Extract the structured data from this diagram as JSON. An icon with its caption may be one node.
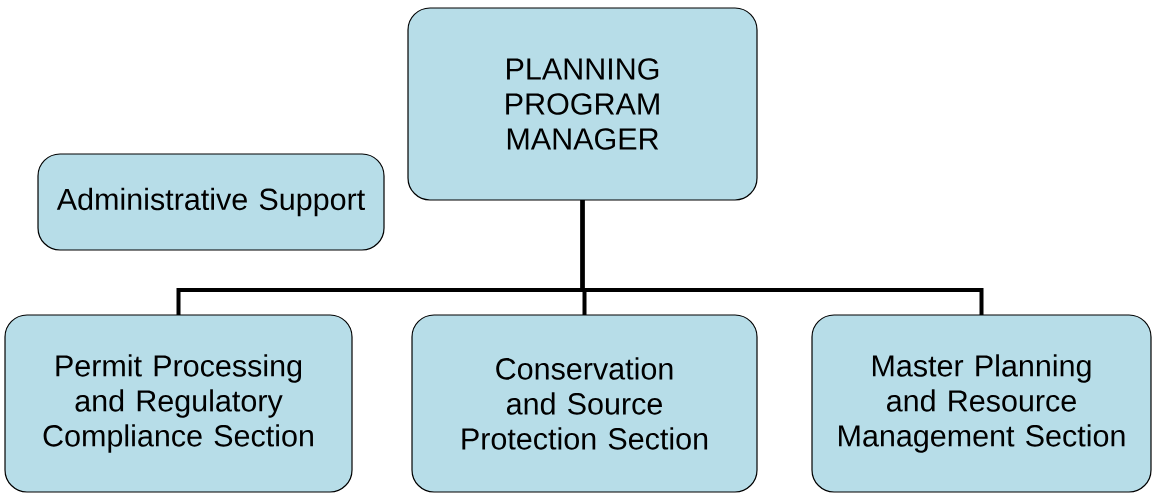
{
  "diagram": {
    "nodes": [
      {
        "text": [
          "PLANNING PROGRAM MANAGER"
        ]
      },
      {
        "text": [
          "Administrative Support"
        ]
      },
      {
        "text": [
          "Permit Processing and Regulatory Compliance Section"
        ]
      },
      {
        "text": [
          "Conservation and Source Protection Section"
        ]
      },
      {
        "text": [
          "Master Planning and Resource Management Section"
        ]
      }
    ],
    "edges": [
      {
        "from": 0,
        "to": 2,
        "arrow": "none"
      },
      {
        "from": 0,
        "to": 3,
        "arrow": "none"
      },
      {
        "from": 0,
        "to": 4,
        "arrow": "none"
      }
    ]
  }
}
